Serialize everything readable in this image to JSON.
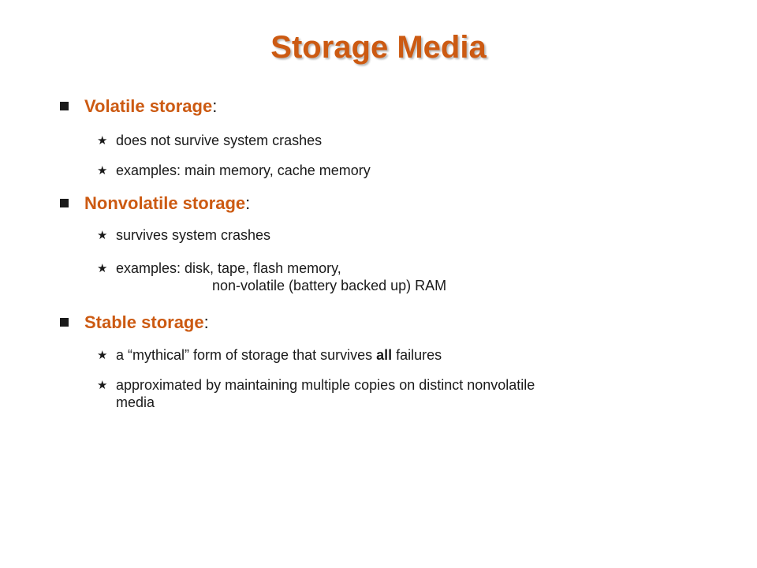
{
  "title": "Storage Media",
  "sections": [
    {
      "term": "Volatile storage",
      "colon": ":",
      "items": [
        "does not survive system crashes",
        "examples: main memory, cache memory"
      ]
    },
    {
      "term": "Nonvolatile storage",
      "colon": ":",
      "items": [
        "survives system crashes",
        "examples: disk, tape, flash memory,"
      ],
      "item_continuation": "non-volatile (battery backed up) RAM"
    },
    {
      "term": "Stable storage",
      "colon": ":",
      "item1_before": "a “mythical” form of storage that survives ",
      "item1_bold": "all",
      "item1_after": " failures",
      "item2_line1": "approximated by maintaining multiple copies on distinct nonvolatile",
      "item2_line2": "media"
    }
  ],
  "icons": {
    "section_bullet": "square-bullet-icon",
    "item_bullet": "star-bullet-icon"
  },
  "colors": {
    "accent": "#cc5a12",
    "text": "#1a1a1a"
  }
}
